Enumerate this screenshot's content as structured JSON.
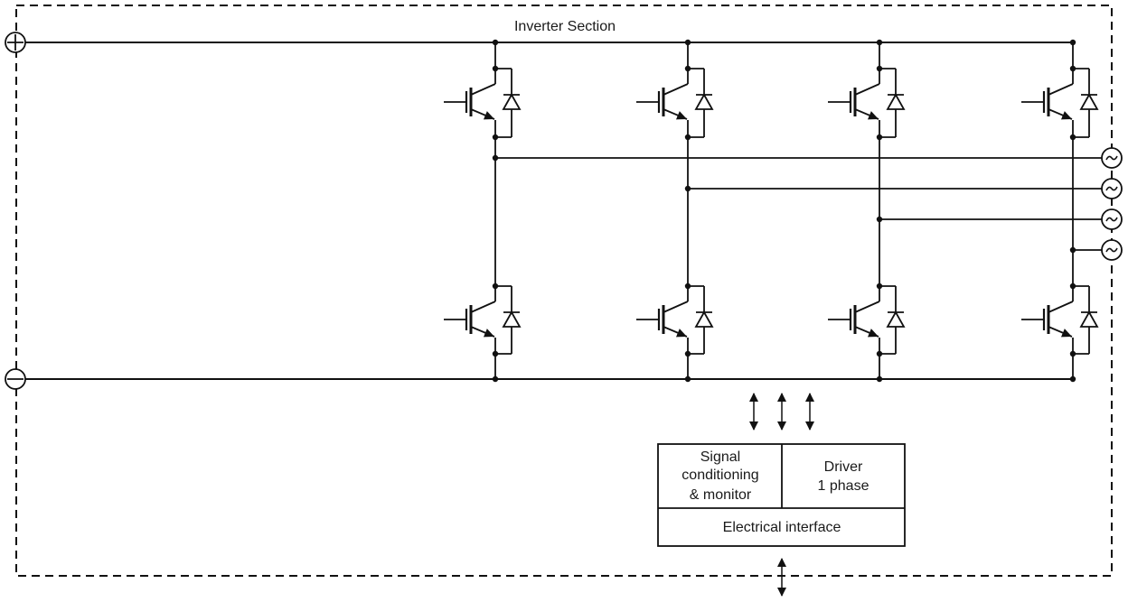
{
  "title": "Inverter Section",
  "terminals": {
    "positive_symbol": "+",
    "negative_symbol": "−",
    "output_symbol": "~"
  },
  "legs": 4,
  "control_block": {
    "signal_line1": "Signal",
    "signal_line2": "conditioning",
    "signal_line3": "& monitor",
    "driver_line1": "Driver",
    "driver_line2": "1 phase",
    "interface": "Electrical interface"
  }
}
